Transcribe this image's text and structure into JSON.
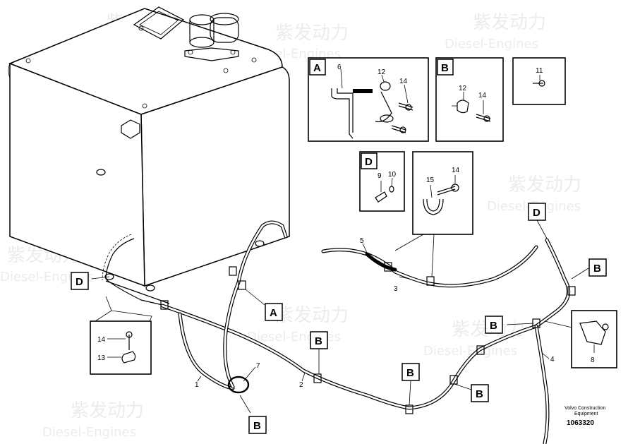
{
  "watermark": {
    "cn": "紫发动力",
    "en": "Diesel-Engines"
  },
  "callouts": {
    "A": {
      "letter": "A",
      "parts": [
        "6",
        "12",
        "14"
      ]
    },
    "B": {
      "letter": "B",
      "parts": [
        "12",
        "14"
      ]
    },
    "C": {
      "parts": [
        "11"
      ]
    },
    "D": {
      "letter": "D",
      "parts": [
        "9",
        "10"
      ]
    },
    "E": {
      "parts": [
        "15",
        "14"
      ]
    },
    "F": {
      "parts": [
        "14",
        "13"
      ]
    },
    "G": {
      "parts": [
        "8"
      ]
    }
  },
  "tags": [
    "A",
    "B",
    "B",
    "B",
    "B",
    "B",
    "D",
    "D"
  ],
  "part_labels": [
    "1",
    "2",
    "3",
    "4",
    "5",
    "7"
  ],
  "footer": {
    "line1": "Volvo Construction",
    "line2": "Equipment",
    "doc_number": "1063320"
  }
}
